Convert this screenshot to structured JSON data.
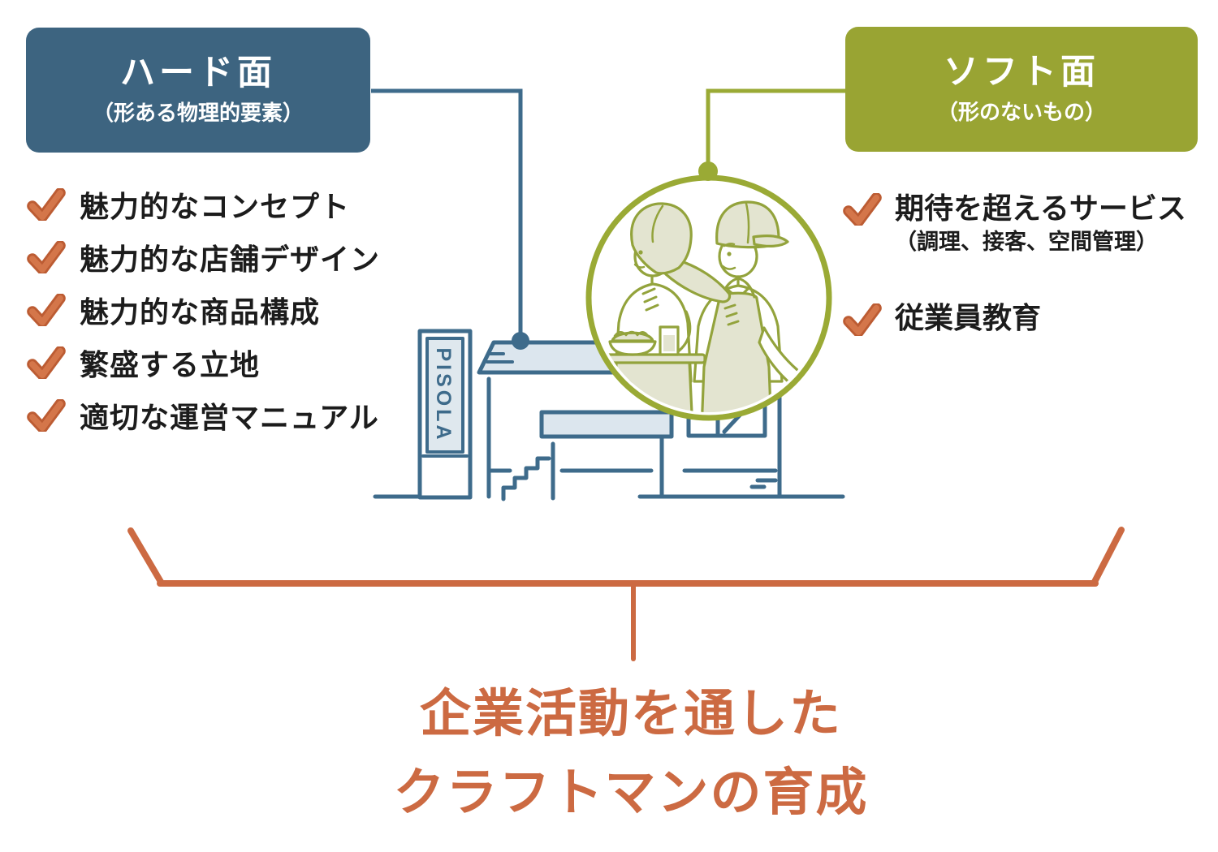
{
  "hard_box": {
    "title": "ハード面",
    "subtitle": "（形ある物理的要素）"
  },
  "soft_box": {
    "title": "ソフト面",
    "subtitle": "（形のないもの）"
  },
  "hard_items": [
    "魅力的なコンセプト",
    "魅力的な店舗デザイン",
    "魅力的な商品構成",
    "繁盛する立地",
    "適切な運営マニュアル"
  ],
  "soft_items": {
    "item1": {
      "label": "期待を超えるサービス",
      "note": "（調理、接客、空間管理）"
    },
    "item2": {
      "label": "従業員教育"
    }
  },
  "illustration": {
    "sign_text": "PISOLA"
  },
  "conclusion": {
    "line1": "企業活動を通した",
    "line2": "クラフトマンの育成"
  },
  "colors": {
    "hard_blue": "#3d6480",
    "soft_olive": "#99a433",
    "accent_orange": "#cc6a42",
    "line_blue": "#3e6b8b",
    "line_olive": "#9aaa35",
    "fill_light_blue": "#dce6ee",
    "fill_khaki": "#e3e4d0",
    "text_dark": "#1c1c1c"
  }
}
